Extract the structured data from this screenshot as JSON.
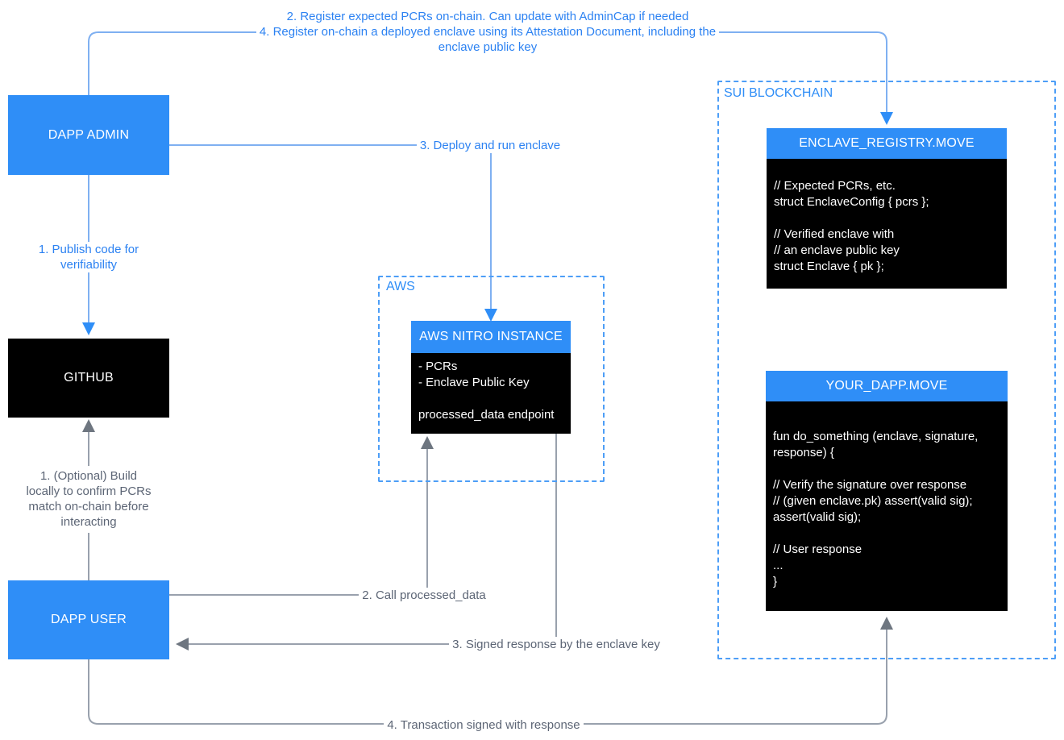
{
  "diagram": {
    "groups": {
      "aws": {
        "label": "AWS"
      },
      "sui": {
        "label": "SUI BLOCKCHAIN"
      }
    },
    "nodes": {
      "dapp_admin": {
        "label": "DAPP ADMIN"
      },
      "github": {
        "label": "GITHUB"
      },
      "dapp_user": {
        "label": "DAPP USER"
      },
      "aws_nitro": {
        "title": "AWS NITRO INSTANCE",
        "body": [
          "- PCRs",
          "- Enclave Public Key",
          "",
          "processed_data endpoint"
        ]
      },
      "enclave_registry": {
        "title": "ENCLAVE_REGISTRY.MOVE",
        "body": [
          "// Expected PCRs, etc.",
          "struct EnclaveConfig { pcrs };",
          "",
          "// Verified enclave with",
          "// an enclave public key",
          "struct Enclave { pk };"
        ]
      },
      "your_dapp": {
        "title": "YOUR_DAPP.MOVE",
        "body": [
          "fun do_something (enclave, signature,",
          "response) {",
          "",
          "// Verify the signature over response",
          "// (given enclave.pk) assert(valid sig);",
          "assert(valid sig);",
          "",
          "// User response",
          "...",
          "}"
        ]
      }
    },
    "annotations": {
      "admin_register_pcrs": "2. Register expected PCRs on-chain. Can update with AdminCap if needed",
      "admin_register_enclave_l1": "4. Register on-chain a deployed enclave using its Attestation Document, including the",
      "admin_register_enclave_l2": "enclave public key",
      "publish_code": [
        "1. Publish code for",
        "verifiability"
      ],
      "deploy_enclave": "3. Deploy and run enclave",
      "optional_build": [
        "1. (Optional) Build",
        "locally to confirm PCRs",
        "match on-chain before",
        "interacting"
      ],
      "call_processed_data": "2. Call processed_data",
      "signed_response": "3. Signed response by the enclave key",
      "transaction_signed": "4. Transaction signed with response"
    },
    "colors": {
      "accent_blue": "#2f8ef7",
      "line_blue": "#7fb0f1",
      "dashed_border_blue": "#4d9ef7",
      "line_gray": "#99a1ad",
      "arrowhead_gray": "#6e7680",
      "annotation_text_gray": "#5c6575",
      "annotation_text_blue": "#2c82f2",
      "box_black": "#000000",
      "box_text_white": "#ffffff"
    }
  }
}
